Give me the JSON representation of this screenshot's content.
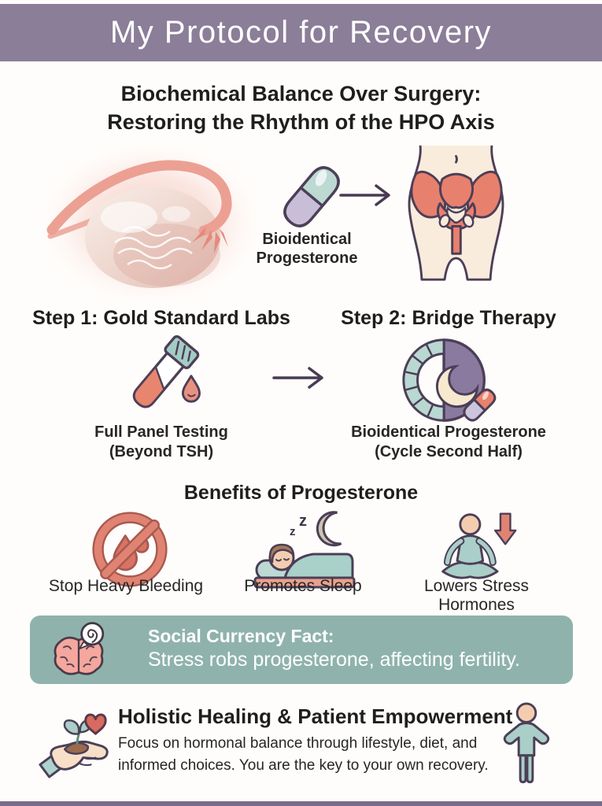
{
  "header": {
    "title": "My Protocol for Recovery"
  },
  "intro": {
    "heading_line1": "Biochemical Balance Over Surgery:",
    "heading_line2": "Restoring the Rhythm of the HPO Axis",
    "pill_label_line1": "Bioidentical",
    "pill_label_line2": "Progesterone"
  },
  "steps": [
    {
      "title": "Step 1: Gold Standard Labs",
      "caption_line1": "Full Panel Testing",
      "caption_line2": "(Beyond TSH)",
      "icon": "blood-test-tube-icon"
    },
    {
      "title": "Step 2: Bridge Therapy",
      "caption_line1": "Bioidentical Progesterone",
      "caption_line2": "(Cycle Second Half)",
      "icon": "cycle-moon-pill-icon"
    }
  ],
  "benefits": {
    "title": "Benefits of Progesterone",
    "items": [
      {
        "label": "Stop Heavy Bleeding",
        "icon": "no-heavy-bleeding-icon"
      },
      {
        "label": "Promotes Sleep",
        "icon": "sleeping-person-icon"
      },
      {
        "label": "Lowers Stress Hormones",
        "icon": "meditation-lower-arrow-icon"
      }
    ]
  },
  "fact_box": {
    "title": "Social Currency Fact:",
    "text": "Stress robs progesterone, affecting fertility.",
    "icon": "brain-spiral-icon"
  },
  "holistic": {
    "title": "Holistic Healing & Patient Empowerment",
    "text_line1": "Focus on hormonal balance through lifestyle, diet, and",
    "text_line2": "informed choices. You are the key to your own recovery.",
    "left_icon": "hand-sprout-heart-icon",
    "right_icon": "open-arms-person-icon"
  },
  "colors": {
    "header_purple": "#8b7e98",
    "fact_box_teal": "#8fb3ac",
    "coral_accent": "#e08372",
    "salmon_bone": "#e8806e",
    "icon_teal": "#aed3cc",
    "lavender": "#c8bed8",
    "outline_plum": "#4c3f57",
    "heading_text": "#1e1e1e",
    "footer_bar": "#776c8a"
  }
}
